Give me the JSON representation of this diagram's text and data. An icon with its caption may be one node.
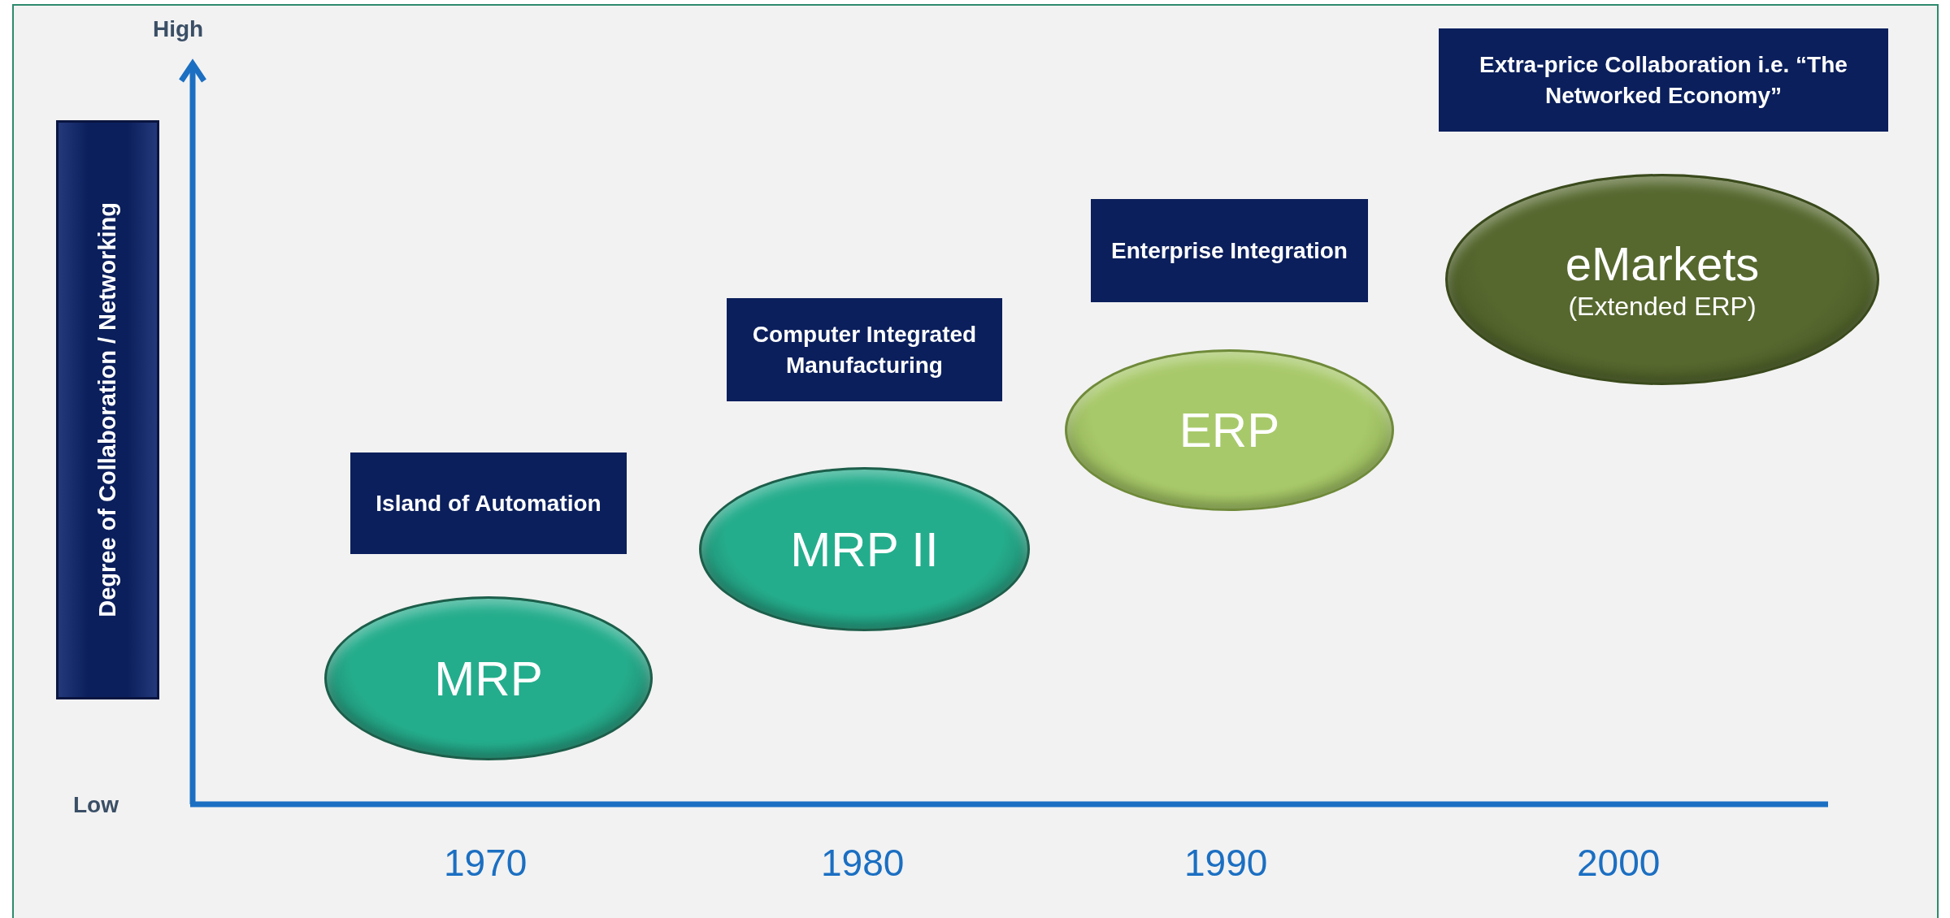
{
  "diagram": {
    "nodes": [
      {
        "text": [
          "Degree of Collaboration / Networking"
        ]
      },
      {
        "text": [
          "Island of Automation"
        ]
      },
      {
        "text": [
          "MRP"
        ]
      },
      {
        "text": [
          "Computer Integrated Manufacturing"
        ]
      },
      {
        "text": [
          "MRP II"
        ]
      },
      {
        "text": [
          "Enterprise Integration"
        ]
      },
      {
        "text": [
          "ERP"
        ]
      },
      {
        "text": [
          "Extra-price Collaboration i.e. “The Networked Economy”"
        ]
      },
      {
        "text": [
          "eMarkets",
          "(Extended ERP)"
        ]
      }
    ],
    "edges": [],
    "labels": [
      "High",
      "Low",
      "1970",
      "1980",
      "1990",
      "2000"
    ]
  }
}
